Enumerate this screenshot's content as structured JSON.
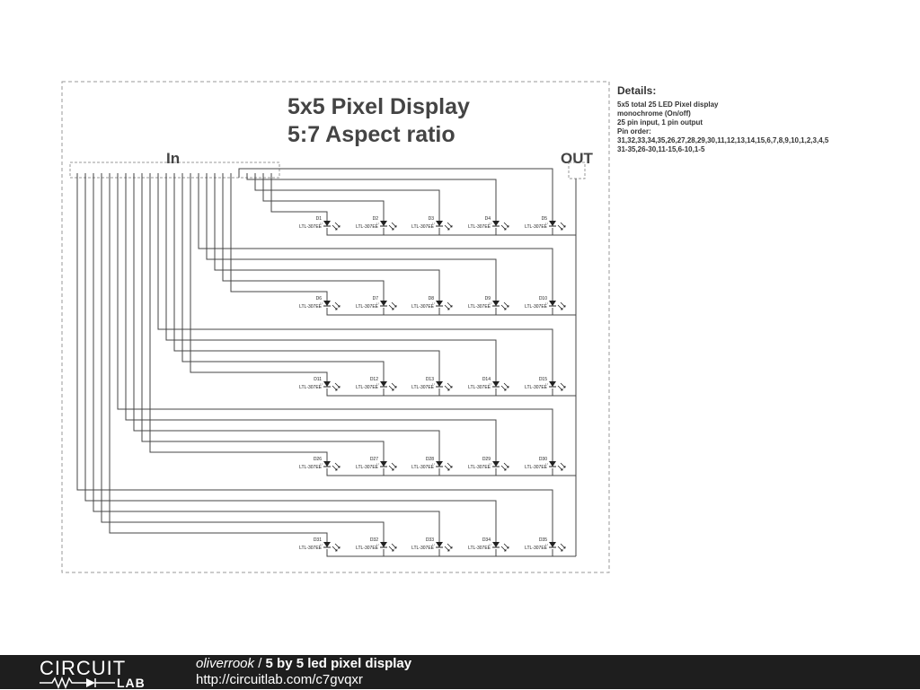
{
  "schematic": {
    "title_line1": "5x5 Pixel Display",
    "title_line2": "5:7 Aspect ratio",
    "in_label": "In",
    "out_label": "OUT",
    "part_number": "LTL-307EE",
    "designators": [
      [
        "D1",
        "D2",
        "D3",
        "D4",
        "D5"
      ],
      [
        "D6",
        "D7",
        "D8",
        "D9",
        "D10"
      ],
      [
        "D11",
        "D12",
        "D13",
        "D14",
        "D15"
      ],
      [
        "D26",
        "D27",
        "D28",
        "D29",
        "D30"
      ],
      [
        "D31",
        "D32",
        "D33",
        "D34",
        "D35"
      ]
    ],
    "wire_color": "#444444",
    "border_color": "#999999"
  },
  "details": {
    "heading": "Details:",
    "lines": [
      "5x5 total 25 LED Pixel display",
      "monochrome (On/off)",
      "25 pin input, 1 pin output",
      "Pin order:",
      "31,32,33,34,35,26,27,28,29,30,11,12,13,14,15,6,7,8,9,10,1,2,3,4,5",
      "31-35,26-30,11-15,6-10,1-5"
    ]
  },
  "footer": {
    "logo_top": "CIRCUIT",
    "logo_bottom": "LAB",
    "author": "oliverrook",
    "separator": " / ",
    "title": "5 by 5 led pixel display",
    "url": "http://circuitlab.com/c7gvqxr",
    "background": "#1e1e1e"
  }
}
